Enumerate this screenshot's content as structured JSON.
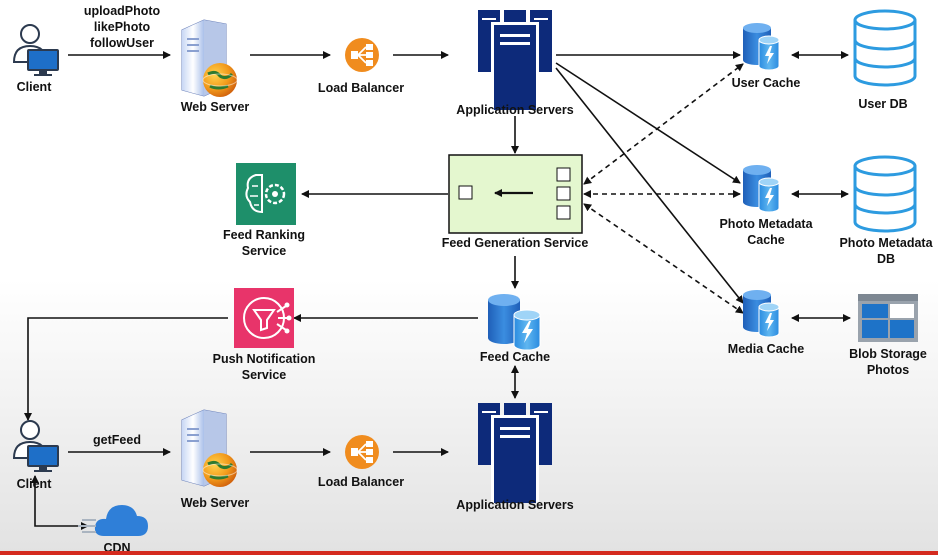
{
  "top": {
    "client_label": "Client",
    "client_actions": [
      "uploadPhoto",
      "likePhoto",
      "followUser"
    ],
    "web_server_label": "Web Server",
    "load_balancer_label": "Load Balancer",
    "app_servers_label": "Application Servers"
  },
  "middle": {
    "feed_generation_label": "Feed Generation Service",
    "feed_ranking_label": [
      "Feed Ranking",
      "Service"
    ]
  },
  "caches": {
    "user_cache_label": "User Cache",
    "photo_metadata_cache_label": [
      "Photo Metadata",
      "Cache"
    ],
    "media_cache_label": "Media Cache",
    "feed_cache_label": "Feed Cache"
  },
  "stores": {
    "user_db_label": "User DB",
    "photo_metadata_db_label": [
      "Photo Metadata",
      "DB"
    ],
    "blob_storage_label": [
      "Blob Storage",
      "Photos"
    ]
  },
  "bottom": {
    "push_notification_label": [
      "Push Notification",
      "Service"
    ],
    "client_label": "Client",
    "client_action": "getFeed",
    "web_server_label": "Web Server",
    "load_balancer_label": "Load Balancer",
    "app_servers_label": "Application Servers",
    "cdn_label": "CDN"
  },
  "colors": {
    "navy": "#0d2a7a",
    "orange": "#f08c1e",
    "teal": "#1e8f6a",
    "pink": "#e8346a",
    "feed_box_fill": "#e4f7cf",
    "feed_box_border": "#4aa53a",
    "cache_blue": "#2f7fd8",
    "db_blue": "#2d9be0",
    "cdn_blue": "#2f7fd8"
  }
}
